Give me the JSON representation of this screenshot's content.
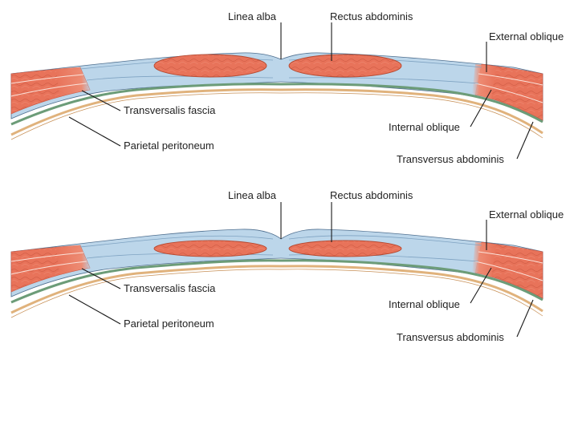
{
  "colors": {
    "background": "#ffffff",
    "muscle": "#e8735a",
    "muscle_light": "#f2a48f",
    "muscle_dark": "#c9553f",
    "fascia": "#bcd6ea",
    "fascia_dark": "#8fb3cf",
    "fascia_line": "#4f6f8f",
    "transversalis_fascia": "#6c9c78",
    "peritoneum": "#e0b27c",
    "label_text": "#222222",
    "leader_line": "#1a1a1a"
  },
  "panels": [
    {
      "name": "upper-panel",
      "labels": {
        "linea_alba": "Linea alba",
        "rectus_abdominis": "Rectus abdominis",
        "external_oblique": "External oblique",
        "transversalis_fascia": "Transversalis fascia",
        "parietal_peritoneum": "Parietal peritoneum",
        "internal_oblique": "Internal oblique",
        "transversus_abdominis": "Transversus abdominis"
      }
    },
    {
      "name": "lower-panel",
      "labels": {
        "linea_alba": "Linea alba",
        "rectus_abdominis": "Rectus abdominis",
        "external_oblique": "External oblique",
        "transversalis_fascia": "Transversalis fascia",
        "parietal_peritoneum": "Parietal peritoneum",
        "internal_oblique": "Internal oblique",
        "transversus_abdominis": "Transversus abdominis"
      }
    }
  ]
}
